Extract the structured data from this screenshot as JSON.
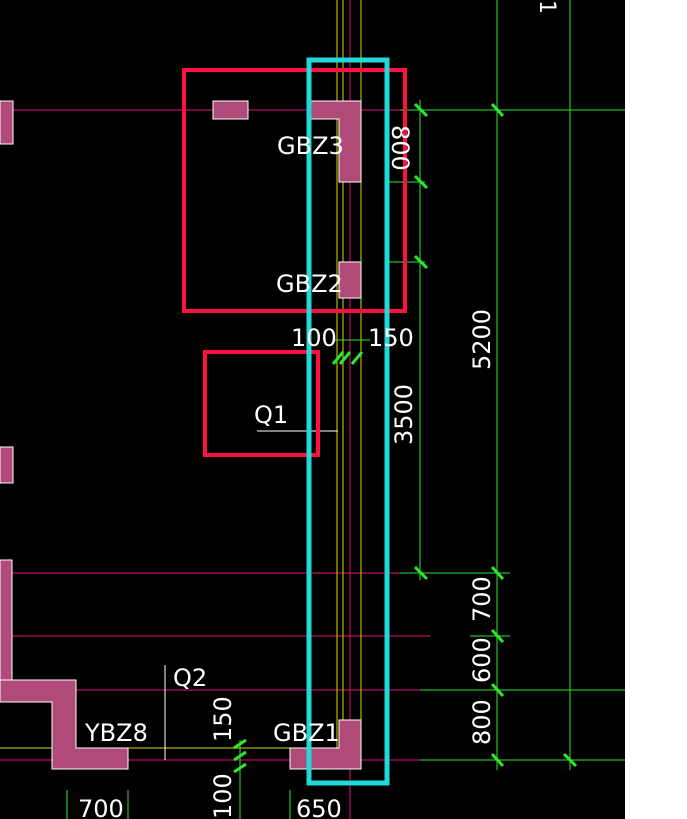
{
  "drawing": {
    "background_color": "#000000",
    "colors": {
      "axis_line": "#e0107a",
      "dimension_line": "#2ee62e",
      "wall_outline": "#d8d800",
      "column_fill": "#b04a78",
      "markup_red": "#ff1040",
      "markup_cyan": "#22d8d8"
    },
    "labels": {
      "gbz3": "GBZ3",
      "gbz2": "GBZ2",
      "gbz1": "GBZ1",
      "ybz8": "YBZ8",
      "q1": "Q1",
      "q2": "Q2"
    },
    "dimensions": {
      "d800_top": "800",
      "d100": "100",
      "d150_mid": "150",
      "d5200": "5200",
      "d3500": "3500",
      "d700_right": "700",
      "d600": "600",
      "d800_bottom": "800",
      "d150_bottom": "150",
      "d100_bottom": "100",
      "d700_bottom": "700",
      "d650": "650",
      "d1_top": "1"
    }
  }
}
